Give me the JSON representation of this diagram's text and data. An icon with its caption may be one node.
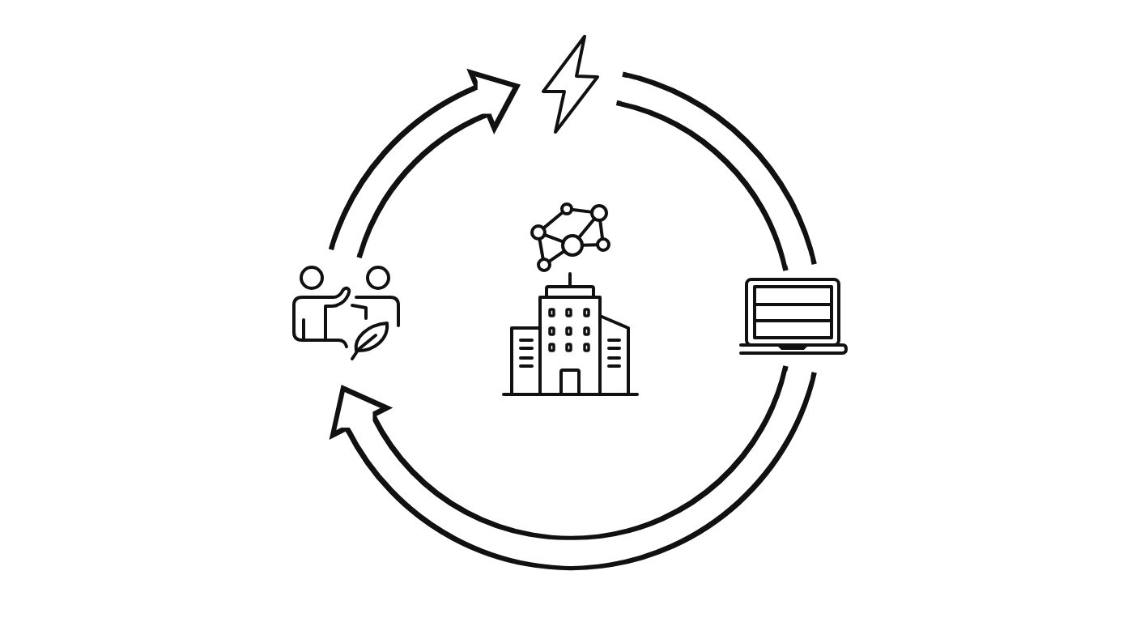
{
  "diagram": {
    "nodes": [
      {
        "text": [],
        "shape": "picture"
      },
      {
        "text": [],
        "shape": "picture"
      },
      {
        "text": [],
        "shape": "picture"
      },
      {
        "text": [],
        "shape": "picture"
      }
    ],
    "edges": [
      {
        "from": 1,
        "to": 0,
        "arrow": "to"
      },
      {
        "from": 0,
        "to": 3,
        "arrow": "none"
      },
      {
        "from": 3,
        "to": 1,
        "arrow": "to"
      }
    ]
  }
}
